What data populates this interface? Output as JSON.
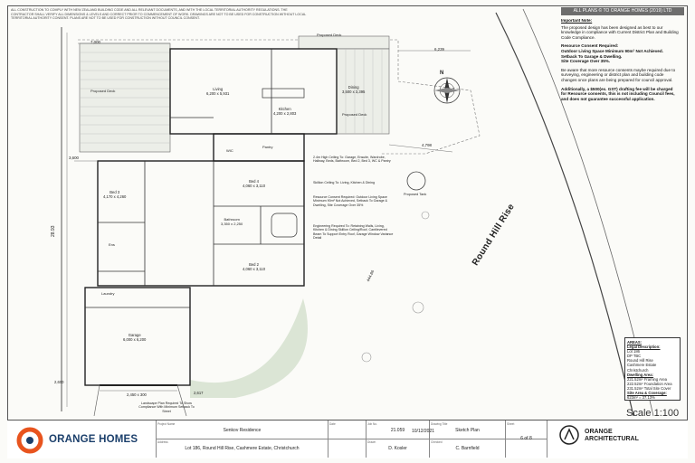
{
  "header": {
    "top_note": "All construction to comply with New Zealand Building Code and all relevant documents, and with the local territorial authority regulations. The contractor shall verify all dimensions & levels and correct prior to commencement of work. Drawings are not to be used for construction without local territorial authority consent. Plans are not to be used for construction without Council Consent.",
    "copyright": "ALL PLANS © TO ORANGE HOMES (2019) LTD"
  },
  "notes": {
    "heading": "Important Note:",
    "p1": "The proposed design has been designed as best to our knowledge in compliance with Current District Plan and Building Code Compliance.",
    "p2a": "Resource Consent Required:",
    "p2b": "Outdoor Living Space Minimum 90m² Not Achieved.",
    "p2c": "Setback To Garage & Dwelling.",
    "p2d": "Site Coverage Over 35%.",
    "p3": "Be aware that more resource consents maybe required due to surveying, engineering or district plan and building code changes once plans are being prepared for council approval.",
    "p4": "Additionally, a $500(ex. GST) drafting fee will be charged for Resource consents, this is not including Council fees, and does not guarantee successful application."
  },
  "legal": {
    "areas": "AREAS:",
    "legal_h": "Legal Description:",
    "lot": "Lot 186",
    "dp": "DP TBC",
    "street": "Round Hill Rise",
    "estate": "Cashmere Estate",
    "city": "Christchurch",
    "dwelling_h": "Dwelling Area:",
    "a1": "221.52m² Framing Area",
    "a2": "222.52m² Foundation Area",
    "a3": "231.52m² Total Site Cover",
    "site_h": "Site Area & Coverage:",
    "site": "623m² = 37.13%"
  },
  "scale": "Scale 1:100",
  "road_name": "Round Hill Rise",
  "plan_labels": {
    "deck_left": "Proposed Deck",
    "deck_top": "Proposed Deck",
    "deck_right": "Proposed Deck",
    "living": "Living",
    "living_dim": "6,200 x 5,931",
    "kitchen": "Kitchen",
    "kitchen_dim": "4,200 x 2,803",
    "dining": "Dining",
    "dining_dim": "3,500 x 3,395",
    "bed3": "Bed 3",
    "bed3_dim": "4,170 x 4,260",
    "bed4": "Bed 4",
    "bed4_dim": "4,060 x 3,110",
    "bed2": "Bed 2",
    "bed2_dim": "4,060 x 3,110",
    "bathroom": "Bathroom",
    "bathroom_dim": "3,350 x 2,250",
    "garage": "Garage",
    "garage_dim": "6,000 x 6,200",
    "laundry": "Laundry",
    "wic": "WIC",
    "pantry": "Pantry",
    "ens": "Ens",
    "tank": "Proposed Tank",
    "north": "N",
    "landscape": "Landscape Plan Required To Show Compliance With Minimum Setback To Street",
    "area_dim_left": "28.93",
    "boundary_right": "444.86",
    "engineering": "Engineering Required To: Retaining Walls, Living, Kitchen & Dining Skillion Ceiling/Roof, Cantilevered Beam To Support Entry Roof, Garage Window Variance Detail",
    "resource": "Resource Consent Required: Outdoor Living Space Minimum 90m² Not Achieved, Setback To Garage & Dwelling, Site Coverage Over 35%",
    "height_note": "2.4m High Ceiling To: Garage, Ensuite, Wardrobe, Hallway, Beds, Bathroom, Bed 2, Bed 3, WC & Pantry",
    "skillion_note": "Skillion Ceiling To: Living, Kitchen & Dining",
    "dim_top1": "7,000",
    "dim_top2": "6,239",
    "dim_left1": "3,600",
    "dim_right1": "4,798",
    "dim_bottom1": "2,450 x 300",
    "dim_bottom2": "2,617",
    "dim_corner": "2,600"
  },
  "title_block": {
    "brand": "ORANGE HOMES",
    "project_lbl": "Project Name",
    "project": "Senkov Residence",
    "address_lbl": "Address",
    "address": "Lot 186, Round Hill Rise, Cashmere Estate, Christchurch",
    "job_lbl": "Job No.",
    "job": "21.059",
    "date_lbl": "Date",
    "date": "10/12/2021",
    "drawn_lbl": "Drawn",
    "drawn": "D. Kosler",
    "title_lbl": "Drawing Title",
    "title": "Sketch Plan",
    "checked_lbl": "Checked",
    "checked": "C. Barnfield",
    "sheet_lbl": "Sheet",
    "sheet": "6 of 8",
    "architect": "ORANGE ARCHITECTURAL"
  },
  "colors": {
    "brand_orange": "#e8541e",
    "brand_navy": "#1b3f6b",
    "deck_green": "#8fa98f"
  }
}
